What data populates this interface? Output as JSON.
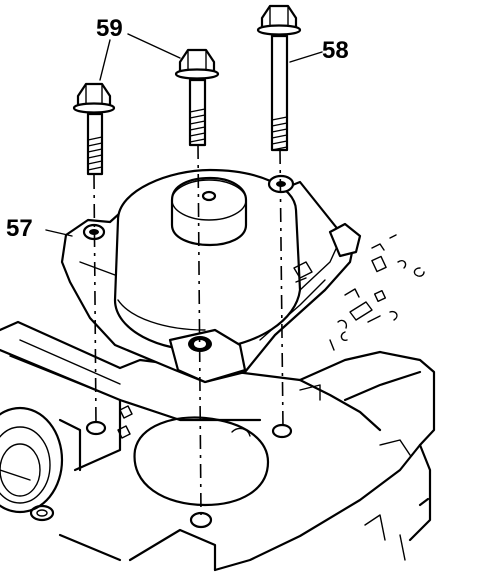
{
  "callouts": {
    "c57": "57",
    "c58": "58",
    "c59": "59"
  },
  "colors": {
    "line": "#000000",
    "background": "#ffffff"
  }
}
